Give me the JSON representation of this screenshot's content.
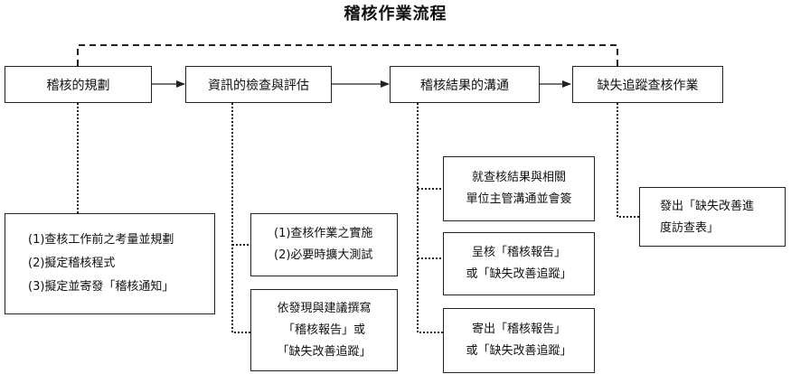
{
  "title": "稽核作業流程",
  "steps": [
    {
      "label": "稽核的規劃"
    },
    {
      "label": "資訊的檢查與評估"
    },
    {
      "label": "稽核結果的溝通"
    },
    {
      "label": "缺失追蹤查核作業"
    }
  ],
  "details": {
    "planning": [
      "(1)查核工作前之考量並規劃",
      "(2)擬定稽核程式",
      "(3)擬定並寄發「稽核通知」"
    ],
    "inspection": [
      "(1)查核作業之實施",
      "(2)必要時擴大測試"
    ],
    "report_writing": [
      "依發現與建議撰寫",
      "「稽核報告」或",
      "「缺失改善追蹤」"
    ],
    "communication": [
      [
        "就查核結果與相關",
        "單位主管溝通並會簽"
      ],
      [
        "呈核「稽核報告」",
        "或「缺失改善追蹤」"
      ],
      [
        "寄出「稽核報告」",
        "或「缺失改善追蹤」"
      ]
    ],
    "followup": [
      "發出「缺失改善進",
      "度訪查表」"
    ]
  }
}
